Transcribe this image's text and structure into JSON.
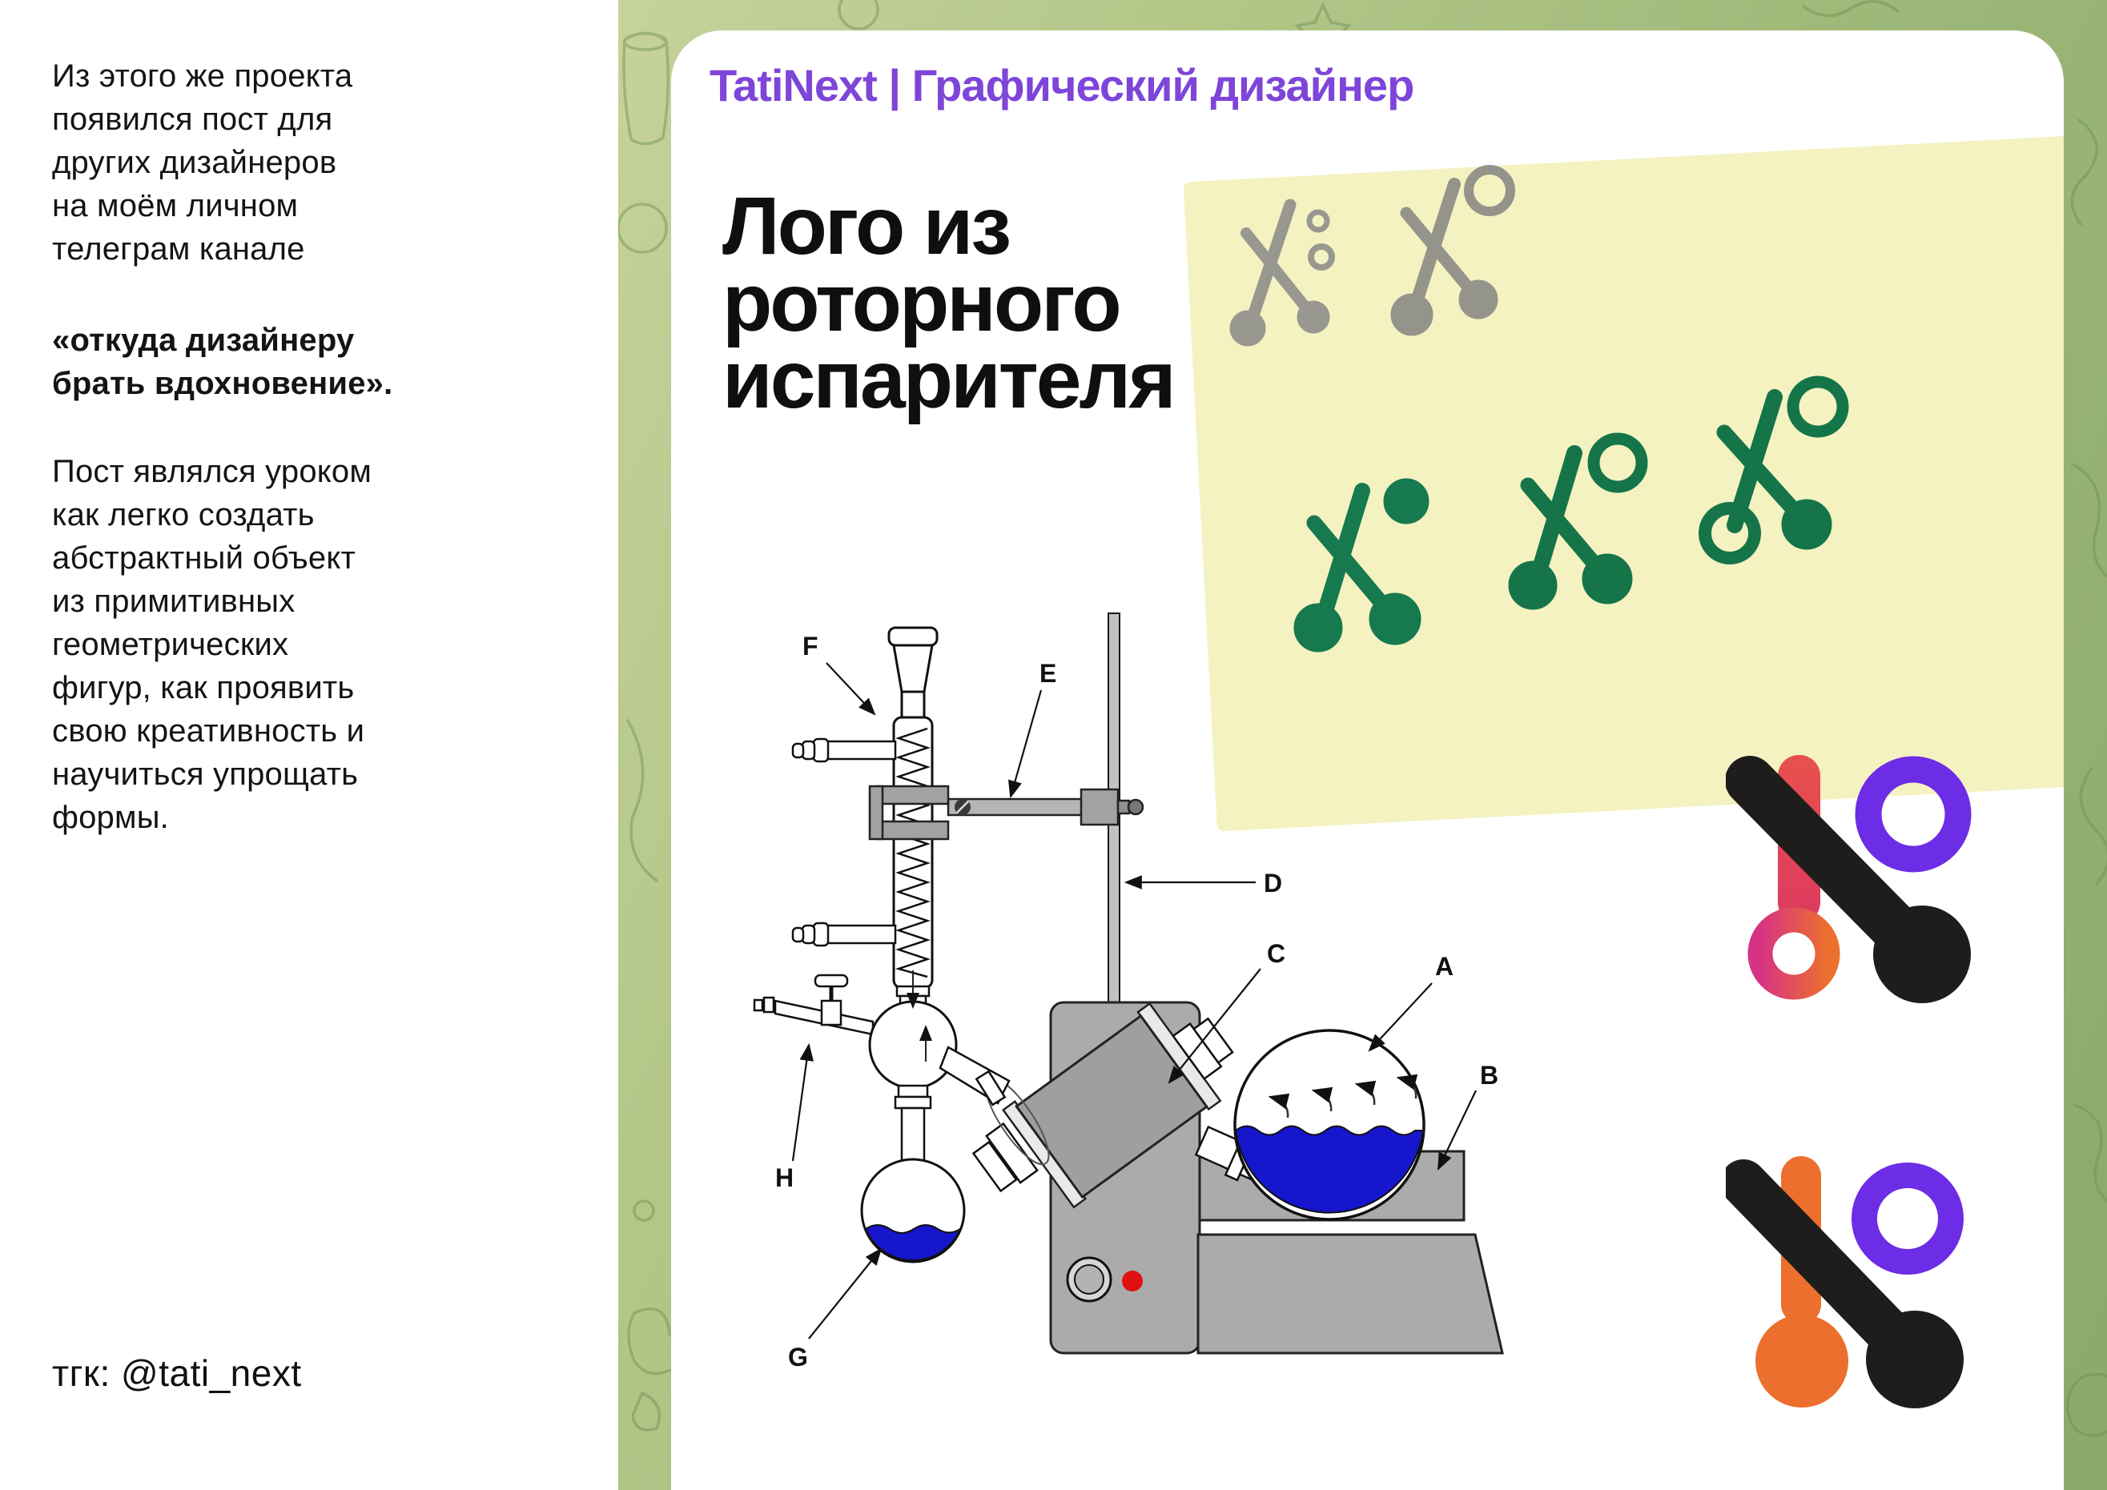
{
  "left_panel": {
    "p1_lines": [
      "Из этого же проекта",
      "появился пост для",
      "других дизайнеров",
      "на моём личном",
      "телеграм канале"
    ],
    "p2_lines": [
      "«откуда дизайнеру",
      "брать вдохновение»."
    ],
    "p3_lines": [
      "Пост являлся уроком",
      "как легко создать",
      "абстрактный объект",
      "из примитивных",
      "геометрических",
      "фигур, как проявить",
      "свою креативность и",
      "научиться упрощать",
      "формы."
    ],
    "footer": "тгк: @tati_next"
  },
  "card": {
    "header": "TatiNext | Графический дизайнер",
    "title_lines": [
      "Лого из",
      "роторного",
      "испарителя"
    ]
  },
  "diagram": {
    "labels": {
      "a": "A",
      "b": "B",
      "c": "C",
      "d": "D",
      "e": "E",
      "f": "F",
      "g": "G",
      "h": "H"
    }
  },
  "colors": {
    "header_purple": "#7e45d9",
    "logo_purple": "#6d2ce5",
    "logo_pink": "#d63384",
    "logo_orange": "#ec6f2d",
    "logo_red": "#e7514d",
    "logo_black": "#1e1d1b",
    "liquid_blue": "#1616cd",
    "sticky_yellow": "#f4f2c1",
    "marker_green": "#17794e",
    "pencil_gray": "#8f8f8c",
    "background_green": "#9cb777"
  }
}
